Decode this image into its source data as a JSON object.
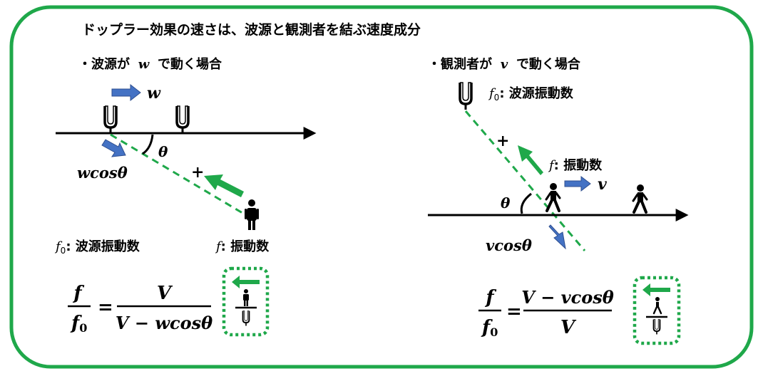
{
  "header": {
    "title": "ドップラー効果の速さは、波源と観測者を結ぶ速度成分"
  },
  "left_panel": {
    "heading_prefix": "・波源が",
    "heading_var": "w",
    "heading_suffix": "で動く場合",
    "velocity_label": "w",
    "component_label": "wcosθ",
    "angle_label": "θ",
    "plus_sign": "+",
    "source_freq_symbol": "f",
    "source_freq_sub": "0",
    "source_freq_text": ": 波源振動数",
    "observer_freq_symbol": "f",
    "observer_freq_text": ": 振動数",
    "formula": {
      "lhs_num": "f",
      "lhs_den_base": "f",
      "lhs_den_sub": "0",
      "equals": "=",
      "rhs_num": "V",
      "rhs_den": "V − wcosθ"
    }
  },
  "right_panel": {
    "heading_prefix": "・観測者が",
    "heading_var": "v",
    "heading_suffix": "で動く場合",
    "velocity_label": "v",
    "component_label": "vcosθ",
    "angle_label": "θ",
    "plus_sign": "+",
    "source_freq_symbol": "f",
    "source_freq_sub": "0",
    "source_freq_text": ": 波源振動数",
    "observer_freq_symbol": "f",
    "observer_freq_text": ": 振動数",
    "formula": {
      "lhs_num": "f",
      "lhs_den_base": "f",
      "lhs_den_sub": "0",
      "equals": "=",
      "rhs_num": "V − vcosθ",
      "rhs_den": "V"
    }
  },
  "colors": {
    "frame": "#1fa84a",
    "green_arrow": "#1fa84a",
    "blue_arrow": "#4472c4",
    "dashed": "#1fa84a",
    "axis": "#000000"
  }
}
